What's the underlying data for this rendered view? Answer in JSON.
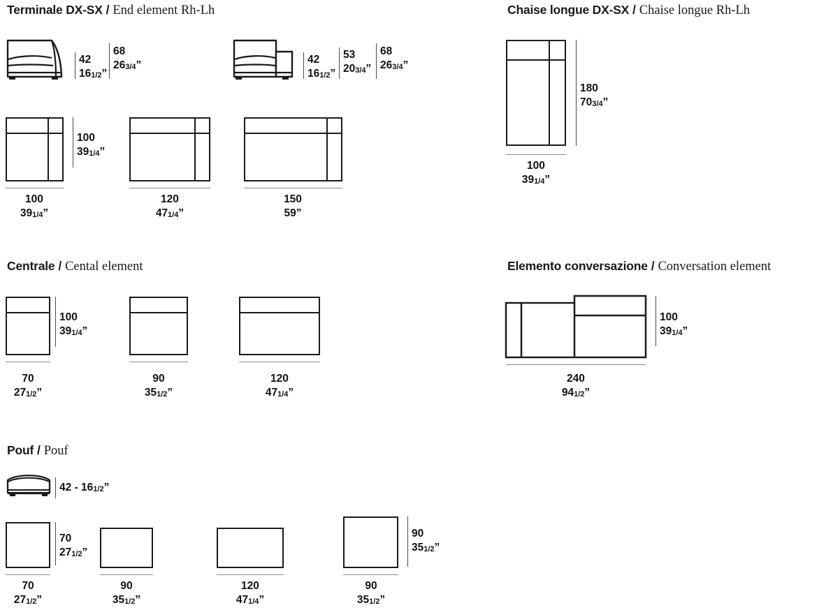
{
  "sections": [
    {
      "id": "end-element",
      "title_it": "Terminale DX-SX",
      "separator": "/",
      "title_en": "End element Rh-Lh"
    },
    {
      "id": "chaise-longue",
      "title_it": "Chaise longue DX-SX",
      "separator": "/",
      "title_en": "Chaise longue Rh-Lh"
    },
    {
      "id": "central-element",
      "title_it": "Centrale",
      "separator": "/",
      "title_en": "Cental element"
    },
    {
      "id": "conversation-element",
      "title_it": "Elemento conversazione",
      "separator": "/",
      "title_en": "Conversation element"
    },
    {
      "id": "pouf",
      "title_it": "Pouf",
      "separator": "/",
      "title_en": "Pouf"
    }
  ],
  "end_element": {
    "elevation_left": {
      "height_seat_cm": "42",
      "height_seat_in": "16",
      "height_seat_in_frac": "1/2",
      "height_back_cm": "68",
      "height_back_in": "26",
      "height_back_in_frac": "3/4"
    },
    "elevation_right": {
      "height_seat_cm": "42",
      "height_seat_in": "16",
      "height_seat_in_frac": "1/2",
      "height_arm_cm": "53",
      "height_arm_in": "20",
      "height_arm_in_frac": "3/4",
      "height_back_cm": "68",
      "height_back_in": "26",
      "height_back_in_frac": "3/4"
    },
    "depth_cm": "100",
    "depth_in": "39",
    "depth_in_frac": "1/4",
    "plans": [
      {
        "width_cm": "100",
        "width_in": "39",
        "width_in_frac": "1/4"
      },
      {
        "width_cm": "120",
        "width_in": "47",
        "width_in_frac": "1/4"
      },
      {
        "width_cm": "150",
        "width_in": "59",
        "width_in_frac": ""
      }
    ]
  },
  "chaise_longue": {
    "depth_cm": "180",
    "depth_in": "70",
    "depth_in_frac": "3/4",
    "width_cm": "100",
    "width_in": "39",
    "width_in_frac": "1/4"
  },
  "central_element": {
    "depth_cm": "100",
    "depth_in": "39",
    "depth_in_frac": "1/4",
    "plans": [
      {
        "width_cm": "70",
        "width_in": "27",
        "width_in_frac": "1/2"
      },
      {
        "width_cm": "90",
        "width_in": "35",
        "width_in_frac": "1/2"
      },
      {
        "width_cm": "120",
        "width_in": "47",
        "width_in_frac": "1/4"
      }
    ]
  },
  "conversation_element": {
    "depth_cm": "100",
    "depth_in": "39",
    "depth_in_frac": "1/4",
    "width_cm": "240",
    "width_in": "94",
    "width_in_frac": "1/2"
  },
  "pouf": {
    "elevation": {
      "height_label_cm": "42",
      "height_label_dash": "-",
      "height_label_in": "16",
      "height_label_in_frac": "1/2"
    },
    "depth_small_cm": "70",
    "depth_small_in": "27",
    "depth_small_in_frac": "1/2",
    "depth_large_cm": "90",
    "depth_large_in": "35",
    "depth_large_in_frac": "1/2",
    "plans": [
      {
        "width_cm": "70",
        "width_in": "27",
        "width_in_frac": "1/2"
      },
      {
        "width_cm": "90",
        "width_in": "35",
        "width_in_frac": "1/2"
      },
      {
        "width_cm": "120",
        "width_in": "47",
        "width_in_frac": "1/4"
      },
      {
        "width_cm": "90",
        "width_in": "35",
        "width_in_frac": "1/2"
      }
    ]
  },
  "units": {
    "inch_mark": "”"
  },
  "colors": {
    "outline": "#1a1a1a",
    "dimension_rule": "#8c8c8c",
    "text": "#111111",
    "background": "#ffffff"
  }
}
